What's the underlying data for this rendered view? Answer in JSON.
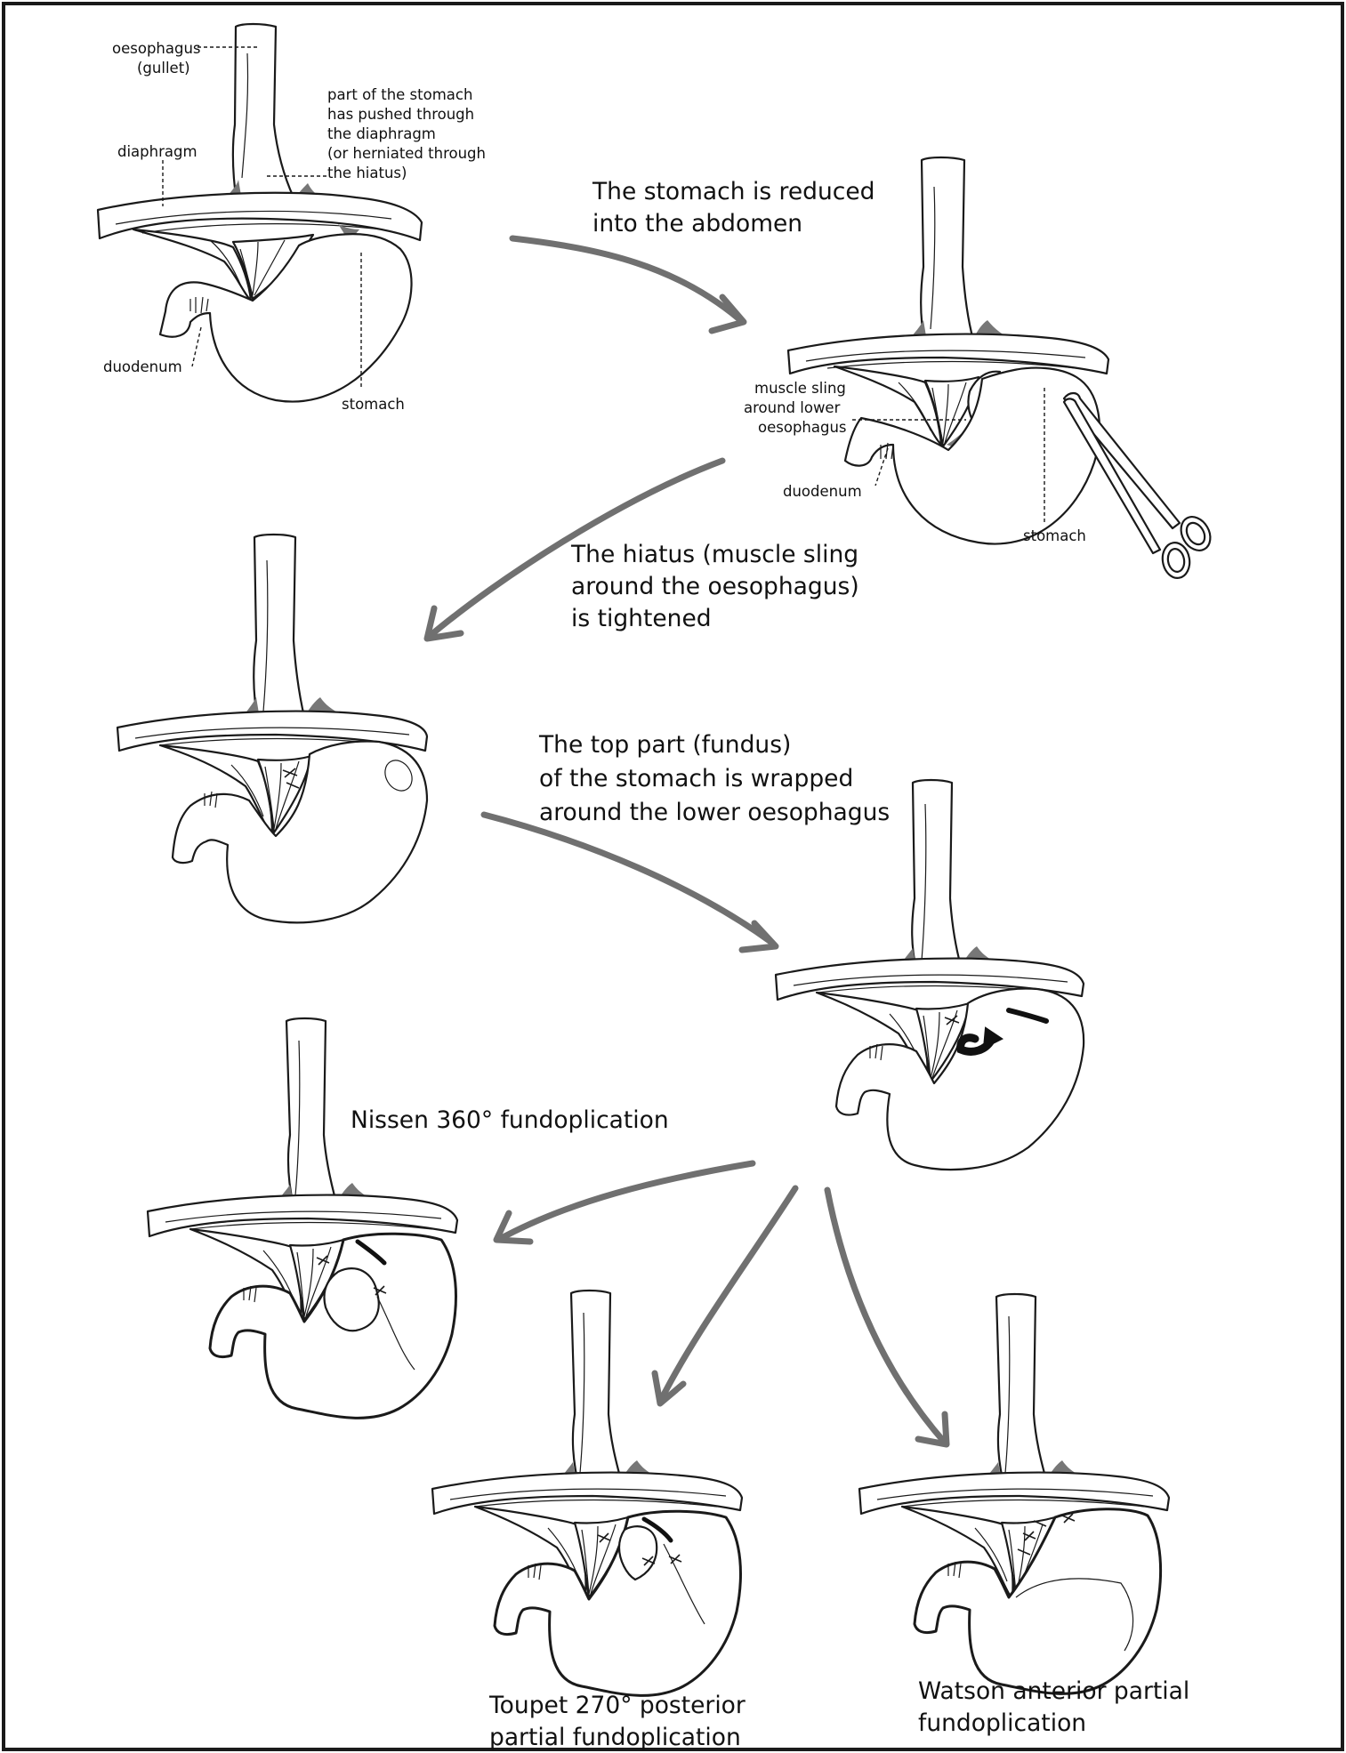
{
  "labels": {
    "oesophagus": "oesophagus",
    "gullet": "(gullet)",
    "diaphragm": "diaphragm",
    "herniated": [
      "part of the stomach",
      "has pushed through",
      "the diaphragm",
      "(or herniated through",
      "the hiatus)"
    ],
    "duodenum_1": "duodenum",
    "stomach_1": "stomach",
    "muscle_sling": [
      "muscle sling",
      "around lower",
      "oesophagus"
    ],
    "duodenum_2": "duodenum",
    "stomach_2": "stomach"
  },
  "captions": {
    "reduced": [
      "The stomach is reduced",
      "into the abdomen"
    ],
    "hiatus": [
      "The hiatus (muscle sling",
      "around the oesophagus)",
      "is tightened"
    ],
    "fundus": [
      "The top part (fundus)",
      "of the stomach is wrapped",
      "around the lower oesophagus"
    ],
    "nissen": [
      "Nissen 360° fundoplication"
    ],
    "toupet": [
      "Toupet 270° posterior",
      "partial fundoplication"
    ],
    "watson": [
      "Watson anterior partial",
      "fundoplication"
    ]
  },
  "colors": {
    "ink": "#1a1a1a",
    "arrow": "#707070",
    "shade": "#777777"
  }
}
